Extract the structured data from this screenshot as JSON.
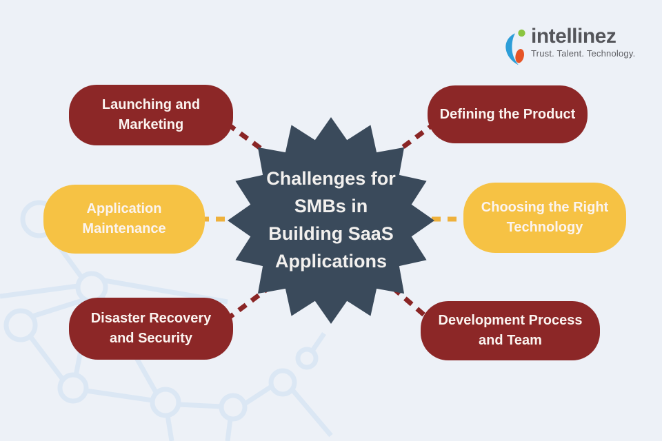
{
  "logo": {
    "name": "intellinez",
    "tagline": "Trust. Talent. Technology."
  },
  "center": {
    "title": "Challenges for\nSMBs in\nBuilding SaaS\nApplications"
  },
  "nodes": [
    {
      "id": "launching-and-marketing",
      "label": "Launching and\nMarketing",
      "variant": "maroon",
      "position": "top-left"
    },
    {
      "id": "defining-the-product",
      "label": "Defining the Product",
      "variant": "maroon",
      "position": "top-right"
    },
    {
      "id": "application-maintenance",
      "label": "Application\nMaintenance",
      "variant": "yellow",
      "position": "middle-left"
    },
    {
      "id": "choosing-the-right-technology",
      "label": "Choosing the Right\nTechnology",
      "variant": "yellow",
      "position": "middle-right"
    },
    {
      "id": "disaster-recovery-and-security",
      "label": "Disaster Recovery\nand Security",
      "variant": "maroon",
      "position": "bottom-left"
    },
    {
      "id": "development-process-and-team",
      "label": "Development Process\nand Team",
      "variant": "maroon",
      "position": "bottom-right"
    }
  ],
  "colors": {
    "background": "#edf1f7",
    "pattern": "#dbe7f4",
    "starburst": "#3a4a5b",
    "maroon_box": "#8c2727",
    "yellow_box": "#f6c244",
    "connector_maroon": "#8a2525",
    "connector_yellow": "#eeb13c",
    "title_text": "#f2f0ee",
    "box_text": "#fbf4f0",
    "logo_text": "#54555a",
    "logo_tagline_text": "#5d5e63",
    "logo_blue": "#2d9ed8",
    "logo_orange": "#e65426",
    "logo_green": "#8bc540"
  }
}
